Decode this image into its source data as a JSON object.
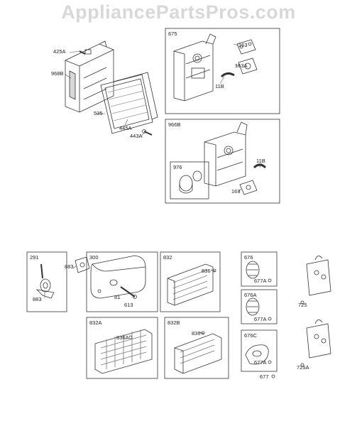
{
  "watermark": "AppliancePartsPros.com",
  "part_labels": {
    "p425A": "425A",
    "p968B": "968B",
    "p535": "535",
    "p445A": "445A",
    "p443A": "443A",
    "p675": "675",
    "p163_a": "163",
    "p163A": "163A",
    "p11B_a": "11B",
    "p966B": "966B",
    "p976": "976",
    "p11B_b": "11B",
    "p163_b": "163",
    "p291": "291",
    "p883_a": "883",
    "p883_b": "883",
    "p300": "300",
    "p81": "81",
    "p613": "613",
    "p832": "832",
    "p836_a": "836",
    "p676": "676",
    "p677A_a": "677A",
    "p725": "725",
    "p676A": "676A",
    "p677A_b": "677A",
    "p725A": "725A",
    "p832A": "832A",
    "p836A": "836A",
    "p832B": "832B",
    "p836_b": "836",
    "p676C": "676C",
    "p677A_c": "677A",
    "p677": "677"
  }
}
